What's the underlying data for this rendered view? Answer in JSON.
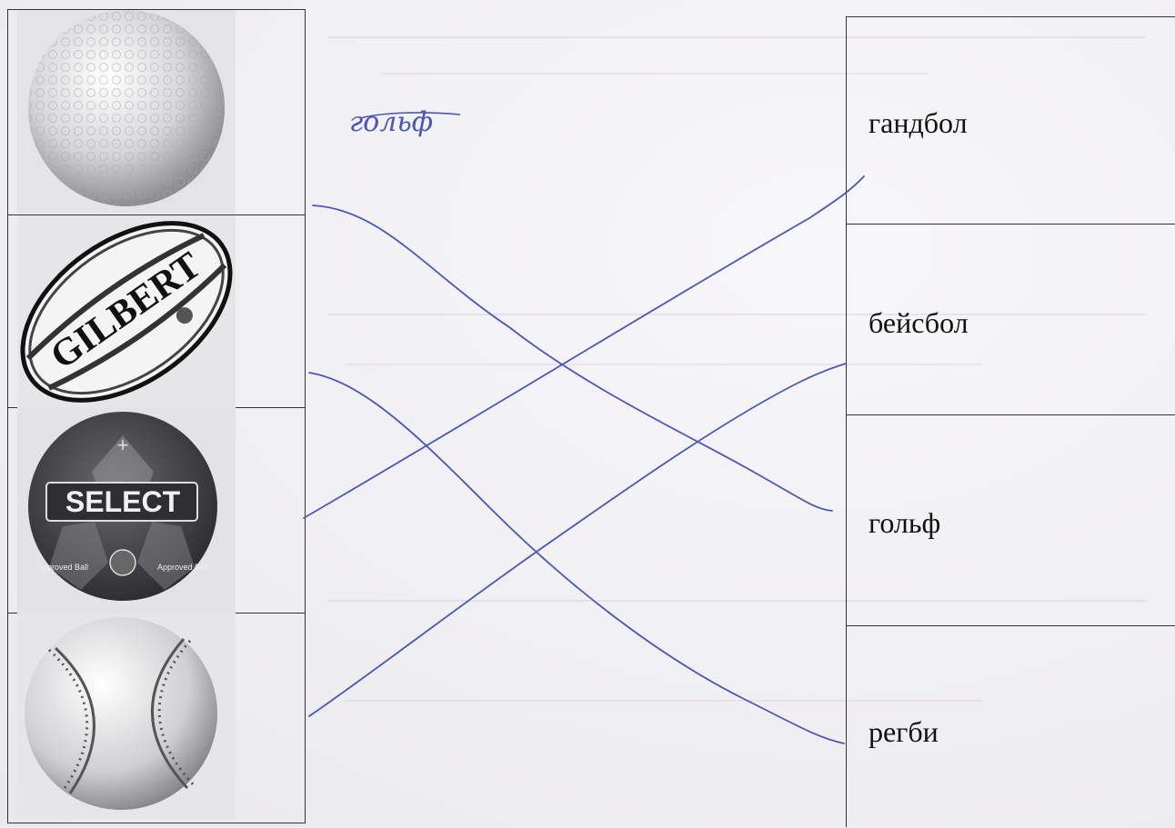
{
  "left_items": [
    {
      "name": "golf-ball-image",
      "label": ""
    },
    {
      "name": "rugby-ball-image",
      "label": "GILBERT"
    },
    {
      "name": "handball-image",
      "label": "SELECT",
      "sublabels": [
        "Approved Ball",
        "Approved Ball"
      ]
    },
    {
      "name": "baseball-image",
      "label": ""
    }
  ],
  "right_items": [
    {
      "label": "гандбол"
    },
    {
      "label": "бейсбол"
    },
    {
      "label": "гольф"
    },
    {
      "label": "регби"
    }
  ],
  "handwritten_note": "гольф",
  "colors": {
    "ink": "#4a57b8",
    "border": "#333333"
  }
}
